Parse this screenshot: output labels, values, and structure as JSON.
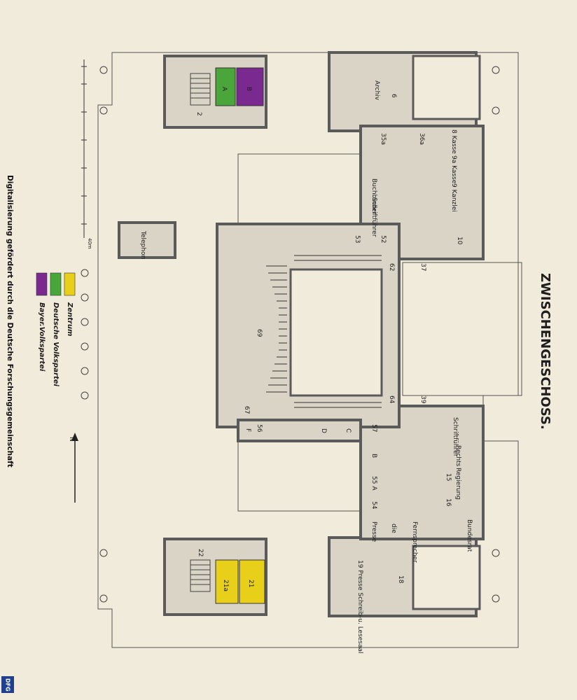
{
  "title": "ZWISCHENGESCHOSS.",
  "footer": "Digitalisierung gefördert durch die Deutsche Forschungsgemeinschaft",
  "logo_text": "DFG",
  "north_label": "N",
  "scale_label": "40m",
  "colors": {
    "zentrum": "#e8d01a",
    "volkspartei": "#4aa63a",
    "bayer": "#7a2a8f",
    "wall": "#6b6b6b"
  },
  "legend": [
    {
      "label": "Zentrum",
      "color": "#e8d01a"
    },
    {
      "label": "Deutsche Volkspartei",
      "color": "#4aa63a"
    },
    {
      "label": "Bayer.Volkspartei",
      "color": "#7a2a8f"
    }
  ],
  "rooms": [
    {
      "label": "A",
      "color": "#4aa63a"
    },
    {
      "label": "B",
      "color": "#7a2a8f"
    },
    {
      "label": "21",
      "color": "#e8d01a"
    },
    {
      "label": "21a",
      "color": "#e8d01a"
    },
    {
      "label": "Archiv"
    },
    {
      "label": "6"
    },
    {
      "label": "8 Kasse"
    },
    {
      "label": "9a Kasse"
    },
    {
      "label": "9 Kanzlei"
    },
    {
      "label": "10"
    },
    {
      "label": "Buchbinder"
    },
    {
      "label": "Schriftführer"
    },
    {
      "label": "37"
    },
    {
      "label": "39"
    },
    {
      "label": "62"
    },
    {
      "label": "64"
    },
    {
      "label": "69"
    },
    {
      "label": "67"
    },
    {
      "label": "Telephon"
    },
    {
      "label": "56"
    },
    {
      "label": "57"
    },
    {
      "label": "F"
    },
    {
      "label": "D"
    },
    {
      "label": "C"
    },
    {
      "label": "B"
    },
    {
      "label": "55 A"
    },
    {
      "label": "54"
    },
    {
      "label": "Presse"
    },
    {
      "label": "die"
    },
    {
      "label": "Fernsprecher"
    },
    {
      "label": "Schriftführer"
    },
    {
      "label": "Rechts"
    },
    {
      "label": "Regierung"
    },
    {
      "label": "15"
    },
    {
      "label": "16"
    },
    {
      "label": "Bundesrat"
    },
    {
      "label": "19 Presse Schreib-u. Lesesaal"
    },
    {
      "label": "18"
    },
    {
      "label": "22"
    },
    {
      "label": "2"
    },
    {
      "label": "53"
    },
    {
      "label": "52"
    },
    {
      "label": "35a"
    },
    {
      "label": "36a"
    }
  ]
}
